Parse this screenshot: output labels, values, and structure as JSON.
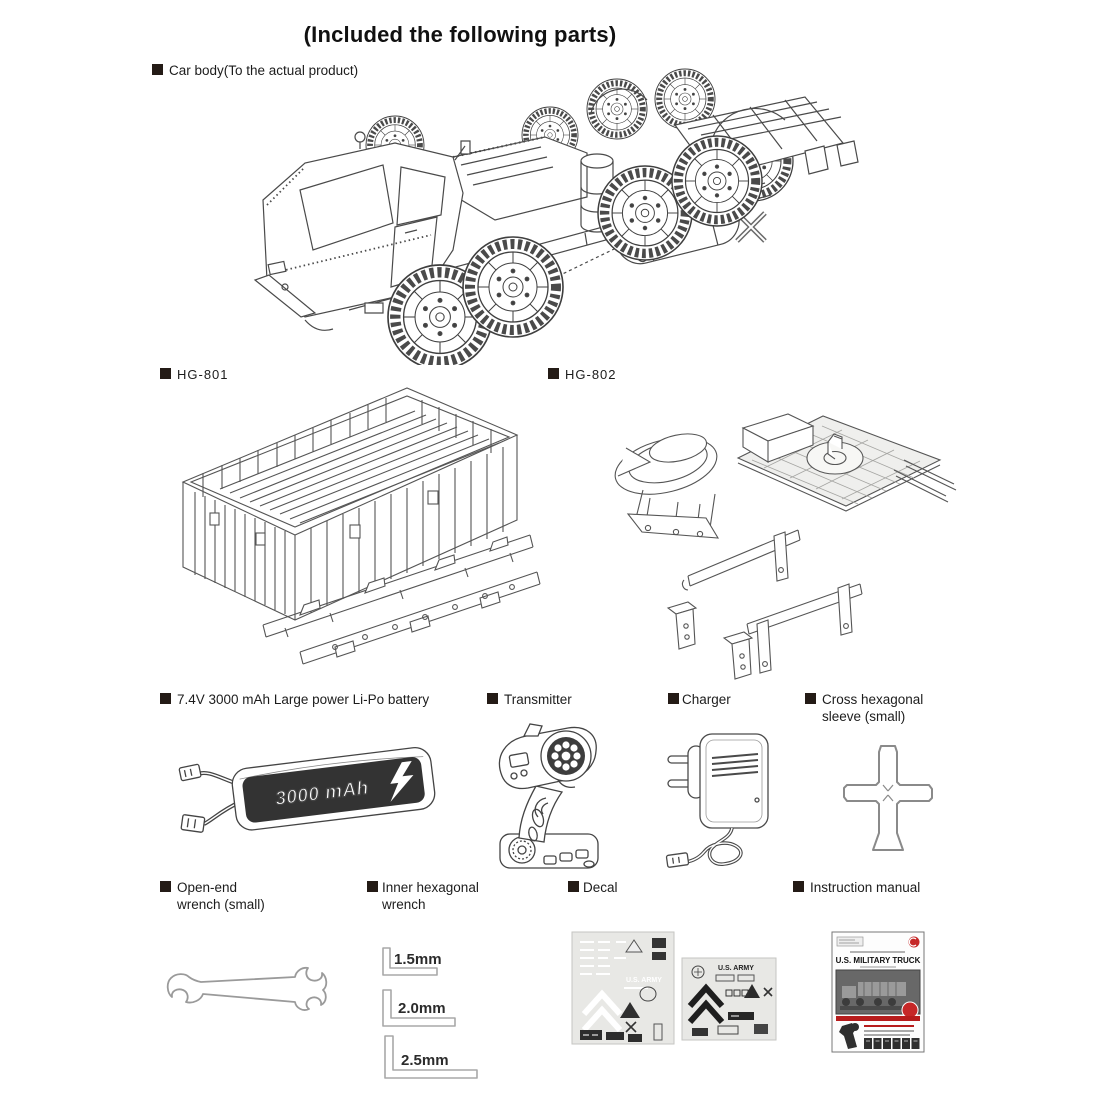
{
  "page": {
    "title": "(Included the following parts)"
  },
  "colors": {
    "line": "#4a4a4a",
    "tool_line": "#9a9a9a",
    "manual_red": "#b71c1c",
    "decal_sheet": "#e8e8e5"
  },
  "sections": {
    "car_body": {
      "label": "Car body(To the actual product)"
    },
    "hg801": {
      "label": "HG-801"
    },
    "hg802": {
      "label": "HG-802"
    },
    "battery": {
      "label": "7.4V 3000 mAh Large power Li-Po battery",
      "pack_text": "3000 mAh"
    },
    "transmitter": {
      "label": "Transmitter"
    },
    "charger": {
      "label": "Charger"
    },
    "cross_sleeve": {
      "label": "Cross hexagonal sleeve (small)"
    },
    "open_end_wrench": {
      "label": "Open-end wrench (small)"
    },
    "hex_wrench": {
      "label": "Inner hexagonal wrench",
      "sizes": [
        "1.5mm",
        "2.0mm",
        "2.5mm"
      ]
    },
    "decal": {
      "label": "Decal",
      "sheet_text": "U.S. ARMY"
    },
    "manual": {
      "label": "Instruction manual",
      "cover_title": "U.S. MILITARY TRUCK"
    }
  }
}
